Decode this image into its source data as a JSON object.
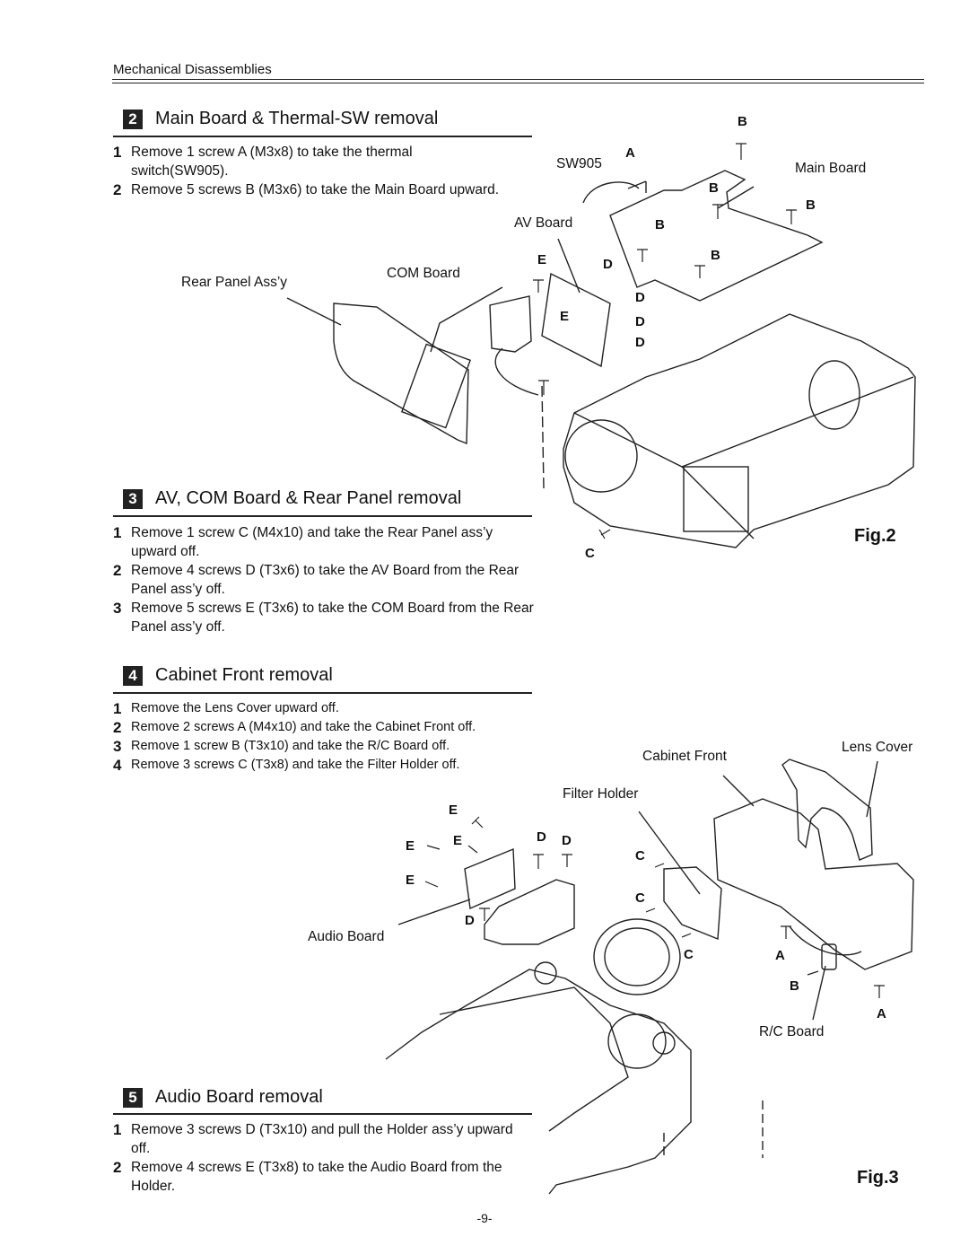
{
  "header": {
    "section_label": "Mechanical Disassemblies"
  },
  "sections": [
    {
      "number": "2",
      "title": "Main Board & Thermal-SW removal",
      "steps": [
        {
          "n": "1",
          "text": "Remove 1 screw A (M3x8) to take the thermal switch(SW905)."
        },
        {
          "n": "2",
          "text": "Remove 5 screws B (M3x6) to take the Main Board upward."
        }
      ]
    },
    {
      "number": "3",
      "title": "AV, COM Board & Rear Panel removal",
      "steps": [
        {
          "n": "1",
          "text": "Remove 1 screw C (M4x10) and take the Rear Panel ass’y upward off."
        },
        {
          "n": "2",
          "text": "Remove 4 screws D (T3x6) to take the AV Board from the Rear Panel ass’y off."
        },
        {
          "n": "3",
          "text": "Remove 5 screws E (T3x6) to take the COM Board from the Rear Panel ass’y off."
        }
      ]
    },
    {
      "number": "4",
      "title": "Cabinet Front removal",
      "steps": [
        {
          "n": "1",
          "text": "Remove the Lens Cover upward off."
        },
        {
          "n": "2",
          "text": "Remove 2 screws A (M4x10) and take the Cabinet Front off."
        },
        {
          "n": "3",
          "text": "Remove 1 screw B (T3x10) and take the R/C Board off."
        },
        {
          "n": "4",
          "text": "Remove 3 screws C (T3x8) and take the Filter Holder off."
        }
      ]
    },
    {
      "number": "5",
      "title": "Audio Board removal",
      "steps": [
        {
          "n": "1",
          "text": "Remove 3 screws D (T3x10) and pull the Holder ass’y upward off."
        },
        {
          "n": "2",
          "text": "Remove 4 screws E (T3x8) to  take the Audio Board from the Holder."
        }
      ]
    }
  ],
  "fig2": {
    "caption": "Fig.2",
    "labels": {
      "sw905": "SW905",
      "main_board": "Main Board",
      "av_board": "AV Board",
      "com_board": "COM Board",
      "rear_panel": "Rear Panel Ass’y"
    },
    "letters": {
      "b1": "B",
      "a": "A",
      "b2": "B",
      "b3": "B",
      "b4": "B",
      "b5": "B",
      "e1": "E",
      "d1": "D",
      "e2": "E",
      "d2": "D",
      "d3": "D",
      "d4": "D",
      "c": "C"
    }
  },
  "fig3": {
    "caption": "Fig.3",
    "labels": {
      "lens_cover": "Lens Cover",
      "cabinet_front": "Cabinet Front",
      "filter_holder": "Filter Holder",
      "audio_board": "Audio Board",
      "rc_board": "R/C Board"
    },
    "letters": {
      "e1": "E",
      "e2": "E",
      "e3": "E",
      "e4": "E",
      "d1": "D",
      "d2": "D",
      "d3": "D",
      "c1": "C",
      "c2": "C",
      "c3": "C",
      "a1": "A",
      "a2": "A",
      "b": "B"
    }
  },
  "page_number": "-9-"
}
